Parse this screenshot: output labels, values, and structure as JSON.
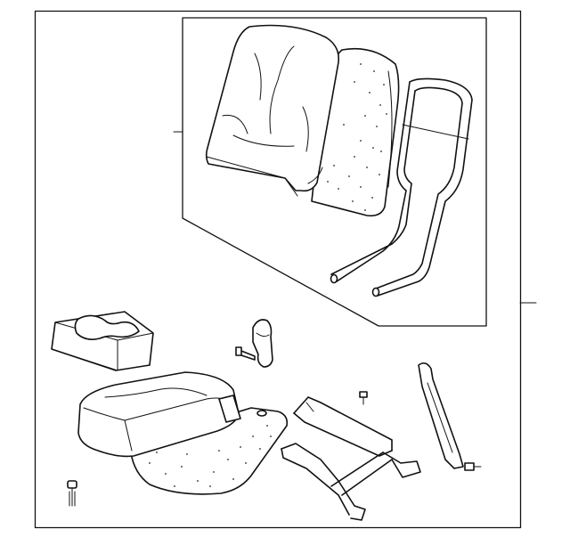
{
  "diagram": {
    "type": "exploded-parts-illustration",
    "subject": "seat-assembly",
    "line_color": "#111111",
    "background": "#ffffff",
    "parts": [
      "seat-back-cover",
      "seat-back-pad",
      "seat-back-frame",
      "armrest-console",
      "recliner-handle",
      "bolt",
      "cushion-cover",
      "cushion-pad",
      "seat-track-bracket",
      "clip",
      "side-bracket",
      "push-pin"
    ]
  }
}
